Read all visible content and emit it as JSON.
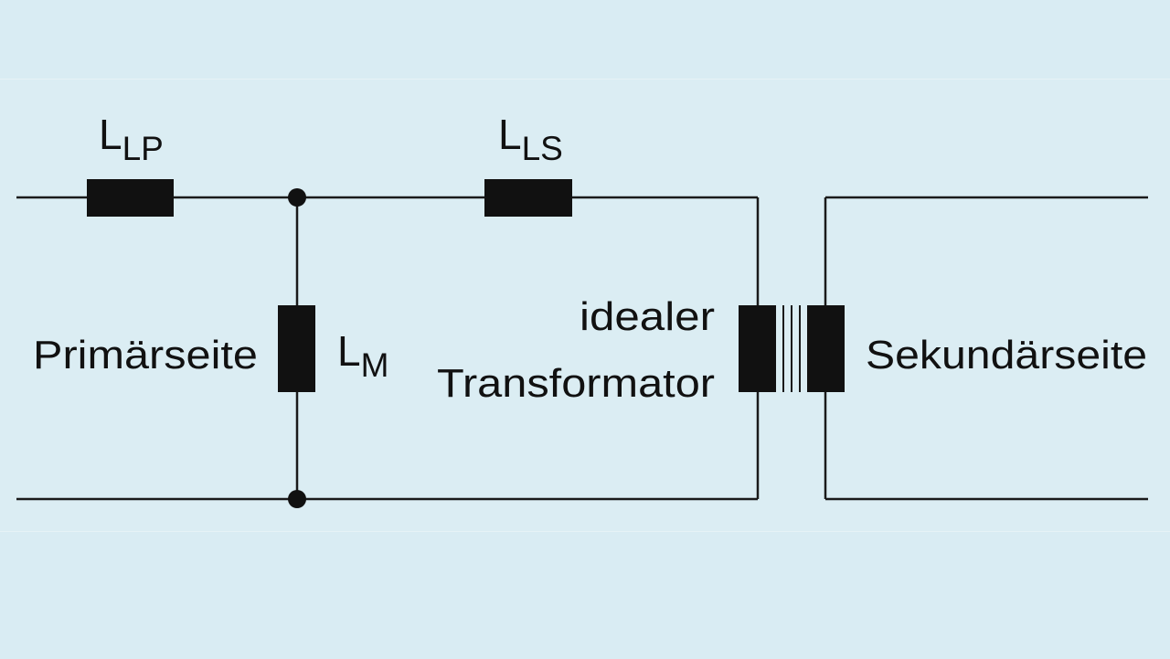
{
  "colors": {
    "background": "#d9ecf3",
    "line": "#1a1a1a",
    "component_fill": "#111111"
  },
  "labels": {
    "llp_main": "L",
    "llp_sub": "LP",
    "lls_main": "L",
    "lls_sub": "LS",
    "lm_main": "L",
    "lm_sub": "M",
    "primary_side": "Primärseite",
    "secondary_side": "Sekundärseite",
    "ideal_transformer_line1": "idealer",
    "ideal_transformer_line2": "Transformator"
  }
}
